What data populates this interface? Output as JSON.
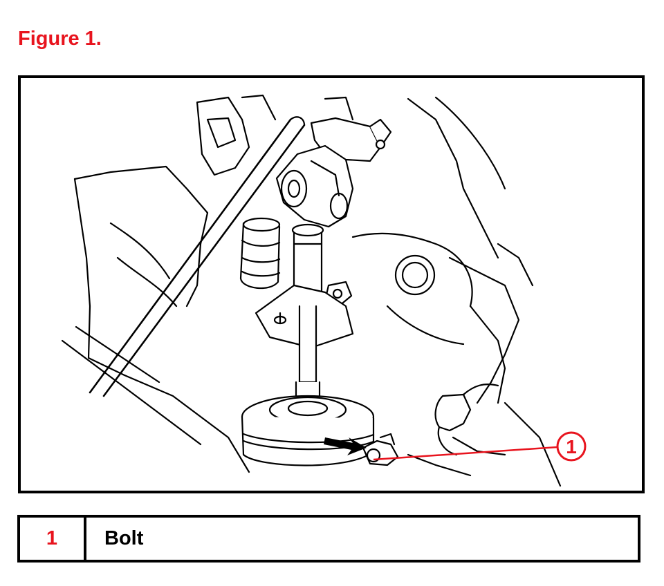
{
  "figure": {
    "title": "Figure 1.",
    "callout_number": "1"
  },
  "legend": {
    "rows": [
      {
        "number": "1",
        "label": "Bolt"
      }
    ]
  },
  "colors": {
    "accent": "#e8141e",
    "line": "#000000",
    "background": "#ffffff"
  }
}
